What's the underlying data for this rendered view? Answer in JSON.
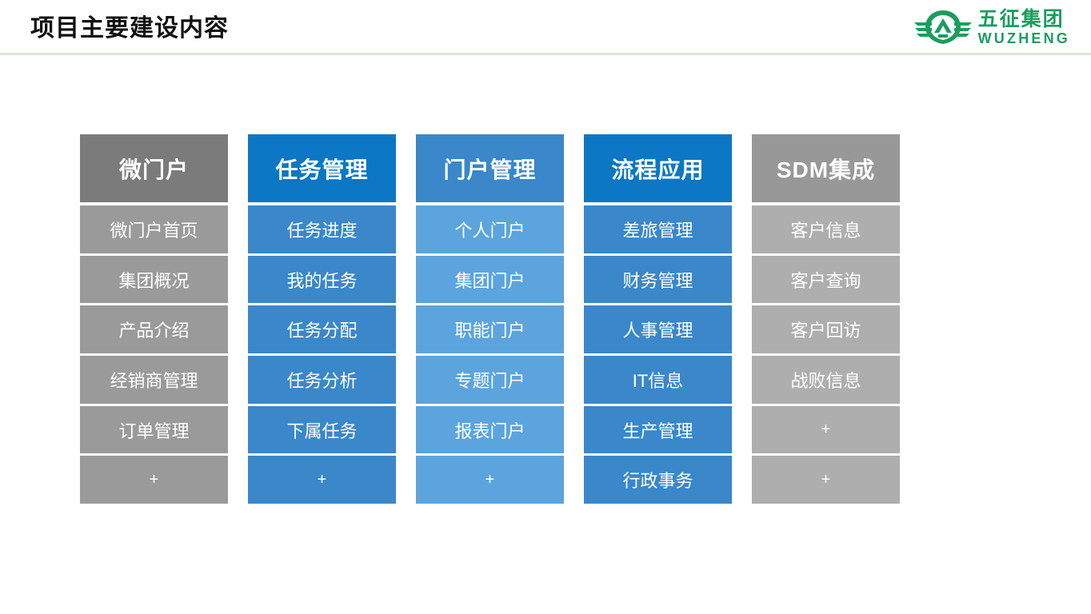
{
  "header": {
    "title": "项目主要建设内容",
    "logo": {
      "icon": "wuzheng-wing-emblem",
      "cn": "五征集团",
      "en": "WUZHENG",
      "color": "#1a9e5f"
    },
    "divider_color": "#d9e8d3"
  },
  "diagram": {
    "type": "column-blocks",
    "columns": [
      {
        "id": "micro-portal",
        "header": "微门户",
        "header_color": "#7b7b7b",
        "item_color": "#9a9a9a",
        "items": [
          "微门户首页",
          "集团概况",
          "产品介绍",
          "经销商管理",
          "订单管理",
          "+"
        ]
      },
      {
        "id": "task-management",
        "header": "任务管理",
        "header_color": "#0c77c4",
        "item_color": "#3a87ca",
        "items": [
          "任务进度",
          "我的任务",
          "任务分配",
          "任务分析",
          "下属任务",
          "+"
        ]
      },
      {
        "id": "portal-management",
        "header": "门户管理",
        "header_color": "#3a87ca",
        "item_color": "#5ca4dd",
        "items": [
          "个人门户",
          "集团门户",
          "职能门户",
          "专题门户",
          "报表门户",
          "+"
        ]
      },
      {
        "id": "process-application",
        "header": "流程应用",
        "header_color": "#0c77c4",
        "item_color": "#3a87ca",
        "items": [
          "差旅管理",
          "财务管理",
          "人事管理",
          "IT信息",
          "生产管理",
          "行政事务"
        ]
      },
      {
        "id": "sdm-integration",
        "header": "SDM集成",
        "header_color": "#989898",
        "item_color": "#aeaeae",
        "items": [
          "客户信息",
          "客户查询",
          "客户回访",
          "战败信息",
          "+",
          "+"
        ]
      }
    ]
  }
}
